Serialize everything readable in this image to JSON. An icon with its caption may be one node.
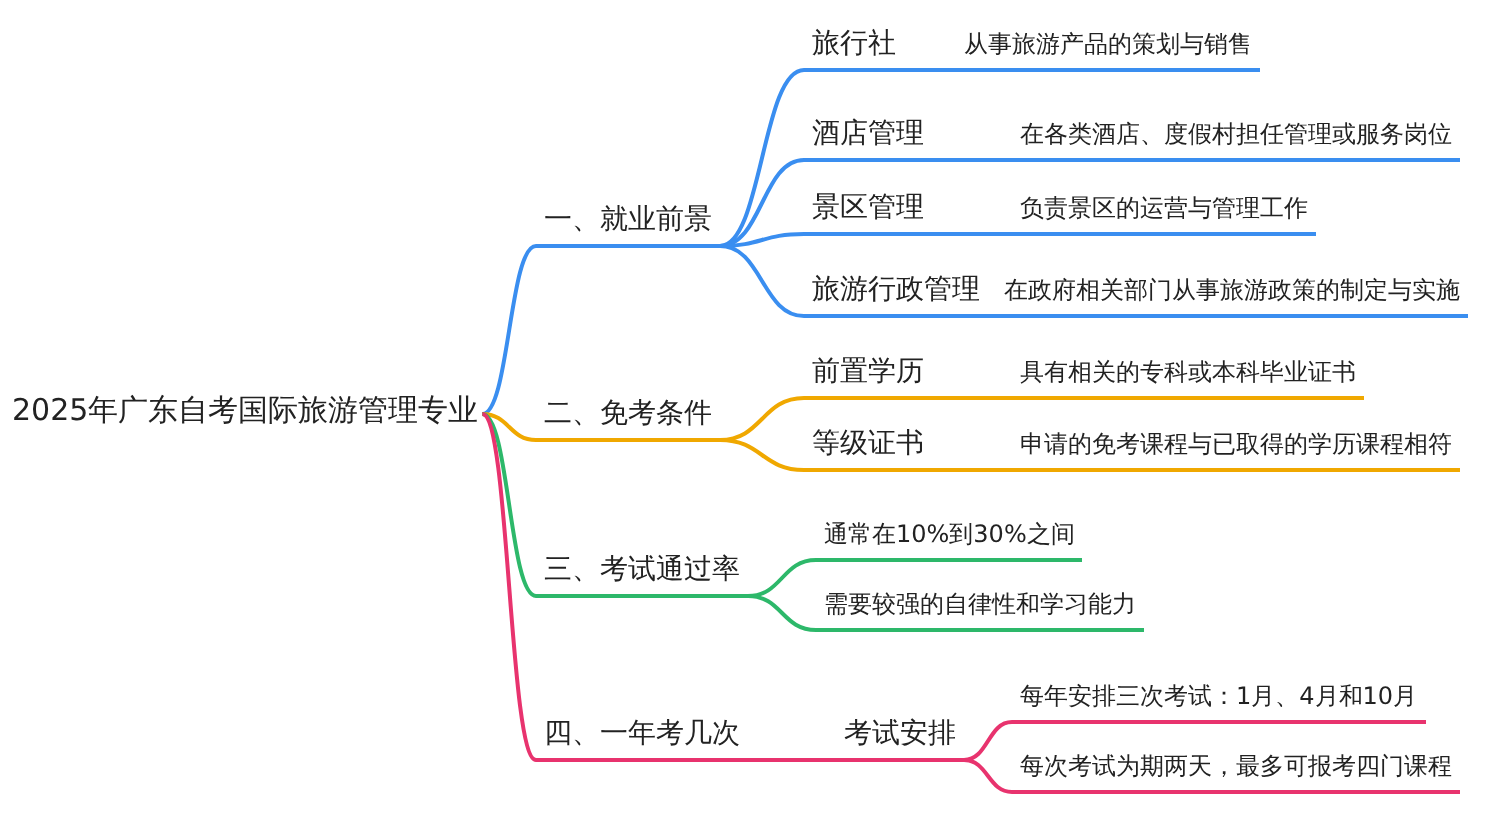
{
  "diagram": {
    "nodes": [
      {
        "text": [
          "2025年广东自考国际旅游管理专业"
        ]
      },
      {
        "text": [
          "一、就业前景"
        ]
      },
      {
        "text": [
          "旅行社"
        ]
      },
      {
        "text": [
          "从事旅游产品的策划与销售"
        ]
      },
      {
        "text": [
          "酒店管理"
        ]
      },
      {
        "text": [
          "在各类酒店、度假村担任管理或服务岗位"
        ]
      },
      {
        "text": [
          "景区管理"
        ]
      },
      {
        "text": [
          "负责景区的运营与管理工作"
        ]
      },
      {
        "text": [
          "旅游行政管理"
        ]
      },
      {
        "text": [
          "在政府相关部门从事旅游政策的制定与实施"
        ]
      },
      {
        "text": [
          "二、免考条件"
        ]
      },
      {
        "text": [
          "前置学历"
        ]
      },
      {
        "text": [
          "具有相关的专科或本科毕业证书"
        ]
      },
      {
        "text": [
          "等级证书"
        ]
      },
      {
        "text": [
          "申请的免考课程与已取得的学历课程相符"
        ]
      },
      {
        "text": [
          "三、考试通过率"
        ]
      },
      {
        "text": [
          "通常在10%到30%之间"
        ]
      },
      {
        "text": [
          "需要较强的自律性和学习能力"
        ]
      },
      {
        "text": [
          "四、一年考几次"
        ]
      },
      {
        "text": [
          "考试安排"
        ]
      },
      {
        "text": [
          "每年安排三次考试：1月、4月和10月"
        ]
      },
      {
        "text": [
          "每次考试为期两天，最多可报考四门课程"
        ]
      }
    ],
    "edges": [
      {
        "from": 0,
        "to": 1,
        "arrow": "none",
        "color": "#3a8ef0"
      },
      {
        "from": 1,
        "to": 2,
        "arrow": "none",
        "color": "#3a8ef0"
      },
      {
        "from": 2,
        "to": 3,
        "arrow": "none",
        "color": "#3a8ef0"
      },
      {
        "from": 1,
        "to": 4,
        "arrow": "none",
        "color": "#3a8ef0"
      },
      {
        "from": 4,
        "to": 5,
        "arrow": "none",
        "color": "#3a8ef0"
      },
      {
        "from": 1,
        "to": 6,
        "arrow": "none",
        "color": "#3a8ef0"
      },
      {
        "from": 6,
        "to": 7,
        "arrow": "none",
        "color": "#3a8ef0"
      },
      {
        "from": 1,
        "to": 8,
        "arrow": "none",
        "color": "#3a8ef0"
      },
      {
        "from": 8,
        "to": 9,
        "arrow": "none",
        "color": "#3a8ef0"
      },
      {
        "from": 0,
        "to": 10,
        "arrow": "none",
        "color": "#f0a800"
      },
      {
        "from": 10,
        "to": 11,
        "arrow": "none",
        "color": "#f0a800"
      },
      {
        "from": 11,
        "to": 12,
        "arrow": "none",
        "color": "#f0a800"
      },
      {
        "from": 10,
        "to": 13,
        "arrow": "none",
        "color": "#f0a800"
      },
      {
        "from": 13,
        "to": 14,
        "arrow": "none",
        "color": "#f0a800"
      },
      {
        "from": 0,
        "to": 15,
        "arrow": "none",
        "color": "#2db86a"
      },
      {
        "from": 15,
        "to": 16,
        "arrow": "none",
        "color": "#2db86a"
      },
      {
        "from": 15,
        "to": 17,
        "arrow": "none",
        "color": "#2db86a"
      },
      {
        "from": 0,
        "to": 18,
        "arrow": "none",
        "color": "#e8336e"
      },
      {
        "from": 18,
        "to": 19,
        "arrow": "none",
        "color": "#e8336e"
      },
      {
        "from": 19,
        "to": 20,
        "arrow": "none",
        "color": "#e8336e"
      },
      {
        "from": 19,
        "to": 21,
        "arrow": "none",
        "color": "#e8336e"
      }
    ]
  }
}
